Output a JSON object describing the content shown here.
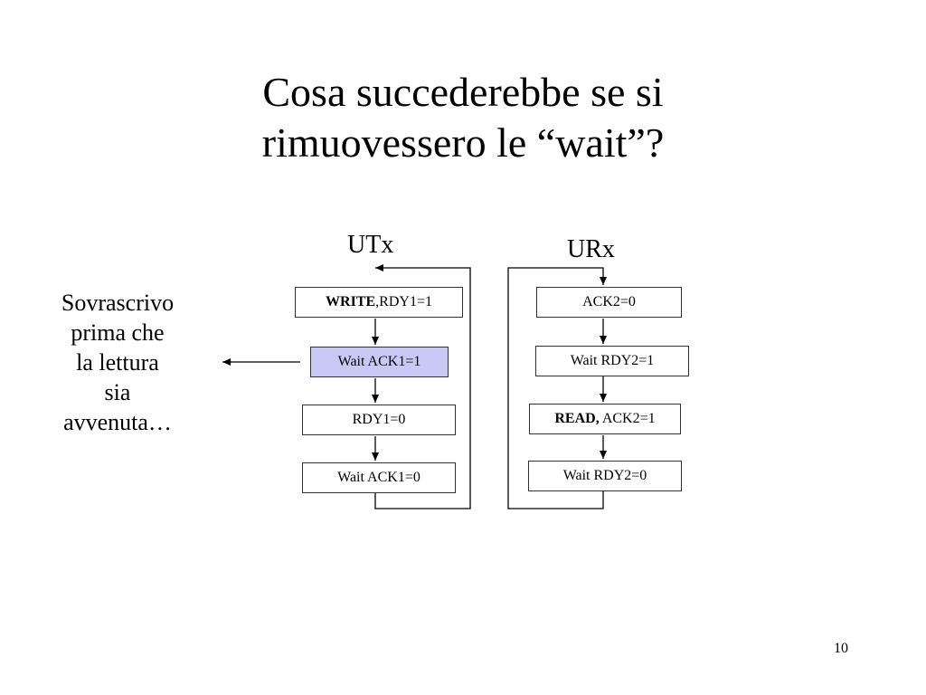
{
  "title": {
    "line1": "Cosa succederebbe se si",
    "line2": "rimuovessero le “wait”?"
  },
  "side_note": {
    "lines": [
      "Sovrascrivo",
      "prima che",
      "la lettura",
      "sia",
      "avvenuta…"
    ]
  },
  "utx": {
    "label": "UTx",
    "steps": [
      {
        "bold": "WRITE",
        "text": ",RDY1=1"
      },
      {
        "bold": "",
        "text": "Wait ACK1=1",
        "highlighted": true
      },
      {
        "bold": "",
        "text": "RDY1=0"
      },
      {
        "bold": "",
        "text": "Wait ACK1=0"
      }
    ]
  },
  "urx": {
    "label": "URx",
    "steps": [
      {
        "bold": "",
        "text": "ACK2=0"
      },
      {
        "bold": "",
        "text": "Wait RDY2=1"
      },
      {
        "bold": "READ,",
        "text": " ACK2=1"
      },
      {
        "bold": "",
        "text": "Wait RDY2=0"
      }
    ]
  },
  "colors": {
    "highlight": "#c9c9f5",
    "line": "#000000"
  },
  "page_number": "10"
}
